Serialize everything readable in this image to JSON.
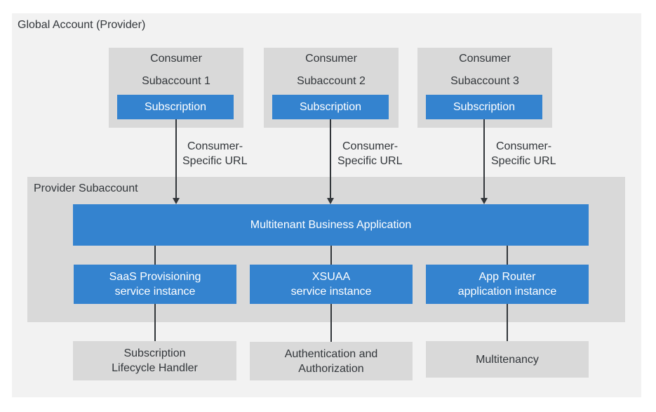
{
  "global": {
    "title": "Global Account (Provider)"
  },
  "consumers": [
    {
      "line1": "Consumer",
      "line2": "Subaccount 1",
      "button": "Subscription"
    },
    {
      "line1": "Consumer",
      "line2": "Subaccount 2",
      "button": "Subscription"
    },
    {
      "line1": "Consumer",
      "line2": "Subaccount 3",
      "button": "Subscription"
    }
  ],
  "url_labels": [
    {
      "line1": "Consumer-",
      "line2": "Specific URL"
    },
    {
      "line1": "Consumer-",
      "line2": "Specific URL"
    },
    {
      "line1": "Consumer-",
      "line2": "Specific URL"
    }
  ],
  "provider": {
    "title": "Provider Subaccount",
    "app": "Multitenant Business Application",
    "instances": [
      {
        "line1": "SaaS Provisioning",
        "line2": "service instance"
      },
      {
        "line1": "XSUAA",
        "line2": "service instance"
      },
      {
        "line1": "App Router",
        "line2": "application instance"
      }
    ]
  },
  "outcomes": [
    {
      "line1": "Subscription",
      "line2": "Lifecycle Handler"
    },
    {
      "line1": "Authentication and",
      "line2": "Authorization"
    },
    {
      "line1": "Multitenancy",
      "line2": ""
    }
  ],
  "colors": {
    "blue": "#3483cf",
    "gray_box": "#d9d9d9",
    "background": "#f2f2f2",
    "line": "#32363a"
  }
}
